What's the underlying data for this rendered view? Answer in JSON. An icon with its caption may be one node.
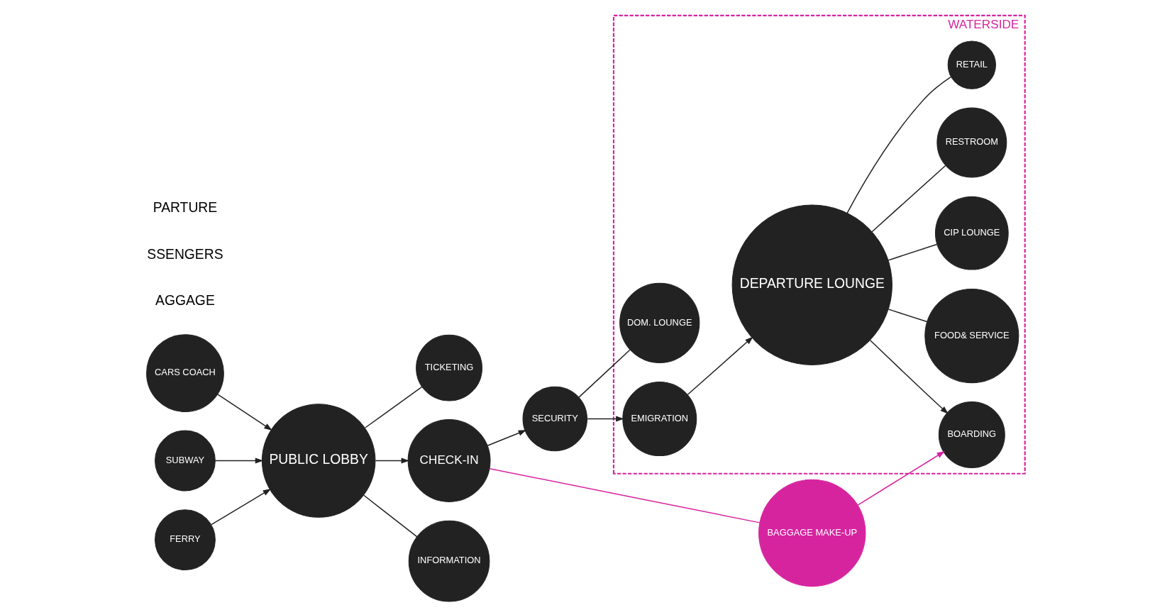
{
  "diagram": {
    "nodes": [
      {
        "text": [
          "WATERSIDE"
        ]
      },
      {
        "text": [
          "BAGGAGE MAKE-UP"
        ]
      },
      {
        "text": [
          "TICKETING"
        ]
      },
      {
        "text": [
          "CARS COACH"
        ]
      },
      {
        "text": [
          "SUBWAY"
        ]
      },
      {
        "text": [
          "PUBLIC LOBBY"
        ]
      },
      {
        "text": [
          "CHECK-IN"
        ]
      },
      {
        "text": [
          "SECURITY"
        ]
      },
      {
        "text": [
          "DOM. LOUNGE"
        ],
        "in": 0
      },
      {
        "text": [
          "EMIGRATION"
        ],
        "in": 0
      },
      {
        "text": [
          "RETAIL"
        ],
        "in": 0
      },
      {
        "text": [
          "FOOD& SERVICE"
        ],
        "in": 0
      },
      {
        "text": [
          "DEPARTURE LOUNGE"
        ],
        "in": 0
      },
      {
        "text": [
          "BOARDING"
        ],
        "in": 0
      },
      {
        "text": [
          "FERRY"
        ]
      },
      {
        "text": [
          "INFORMATION"
        ]
      },
      {
        "text": [
          "CIP LOUNGE"
        ],
        "in": 0
      },
      {
        "text": [
          "RESTROOM"
        ],
        "in": 0
      }
    ],
    "edges": [
      {
        "from": 3,
        "to": 5,
        "arrow": "to"
      },
      {
        "from": 4,
        "to": 5,
        "arrow": "to"
      },
      {
        "from": 14,
        "to": 5,
        "arrow": "to"
      },
      {
        "from": 5,
        "to": 2,
        "arrow": "none"
      },
      {
        "from": 5,
        "to": 15,
        "arrow": "none"
      },
      {
        "from": 5,
        "to": 6,
        "arrow": "to"
      },
      {
        "from": 6,
        "to": 7,
        "arrow": "to"
      },
      {
        "from": 7,
        "to": 8,
        "arrow": "none"
      },
      {
        "from": 7,
        "to": 9,
        "arrow": "to"
      },
      {
        "from": 9,
        "to": 12,
        "arrow": "to"
      },
      {
        "from": 12,
        "to": 10,
        "arrow": "none"
      },
      {
        "from": 12,
        "to": 11,
        "arrow": "none"
      },
      {
        "from": 12,
        "to": 16,
        "arrow": "none"
      },
      {
        "from": 12,
        "to": 17,
        "arrow": "none"
      },
      {
        "from": 12,
        "to": 13,
        "arrow": "to"
      },
      {
        "from": 6,
        "to": 1,
        "arrow": "none",
        "color": "#d6249f"
      },
      {
        "from": 1,
        "to": 13,
        "arrow": "to",
        "color": "#d6249f"
      }
    ],
    "labels": [
      "PARTURE",
      "SSENGERS",
      "AGGAGE"
    ]
  }
}
